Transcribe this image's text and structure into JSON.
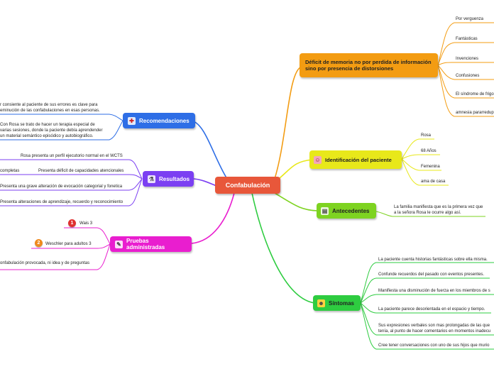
{
  "central": {
    "label": "Confabulación",
    "color": "#e8573a"
  },
  "colors": {
    "deficit": "#f39c12",
    "identificacion": "#e8e81a",
    "antecedentes": "#7ed321",
    "sintomas": "#2ecc40",
    "pruebas": "#e91ecf",
    "resultados": "#7b3ff2",
    "recomendaciones": "#2e6ee6"
  },
  "branches": {
    "deficit": {
      "label": "Déficit de memoria no por perdida de información sino por presencia de distorsiones",
      "icon": "",
      "items": [
        "Por verguenza",
        "Fantásticas",
        "Invenciones",
        "Confusiones",
        "El síndrome de frigo",
        "amnesia pararreduplic"
      ]
    },
    "identificacion": {
      "label": "Identificación del paciente",
      "icon": "woman-face-icon",
      "items": [
        "Rosa",
        "68 Años",
        "Femenina",
        "ama de casa"
      ]
    },
    "antecedentes": {
      "label": "Antecedentes",
      "icon": "document-icon",
      "items": [
        "La familia manifiesta que es la primera vez que a la señora Rosa le ocurre algo así."
      ]
    },
    "sintomas": {
      "label": "Síntomas",
      "icon": "face-icon",
      "items": [
        "La paciente cuenta historias fantásticas sobre ella misma.",
        "Confunde recuerdos del pasado con eventos presentes.",
        "Manifiesta una disminución de fuerza en los miembros de s",
        "La paciente parece desorientada en el espacio y tiempo.",
        "Sus expresiones verbales son mas prolongadas de las que tenía, al punto de hacer comentarios en momentos inadecu",
        "Cree tener conversaciones con uno de sus hijos que murio"
      ]
    },
    "pruebas": {
      "label": "Pruebas administradas",
      "icon": "pencil-icon",
      "items": [
        {
          "text": "Wais 3",
          "badge": "1",
          "badge_color": "#e03030"
        },
        {
          "text": "Weschler para adultos 3",
          "badge": "2",
          "badge_color": "#ef8a1e"
        },
        {
          "text": "onfabulación provocada, ni idea y de preguntas",
          "badge": "",
          "badge_color": ""
        }
      ]
    },
    "resultados": {
      "label": "Resultados",
      "icon": "microscope-icon",
      "items": [
        "Rosa presenta un perfil ejecutorio normal en el WCTS",
        "Presenta déficit de capacidades atencionales",
        "Presenta una grave alteración de evocación categorial y fonetica",
        "Presenta alteraciones de aprendizaje, recuerdo y reconocimiento"
      ],
      "left_fragments": [
        "",
        "completas"
      ]
    },
    "recomendaciones": {
      "label": "Recomendaciones",
      "icon": "ambulance-icon",
      "items": [
        "r consiente al paciente de sus errores es clave para eminución de las confabulaciones en esas personas.",
        "Con Rosa se trato de hacer un terapia especial de varias sesiones, donde la paciente debía aprendender un material semántico episódico y autobiográfico."
      ]
    }
  }
}
